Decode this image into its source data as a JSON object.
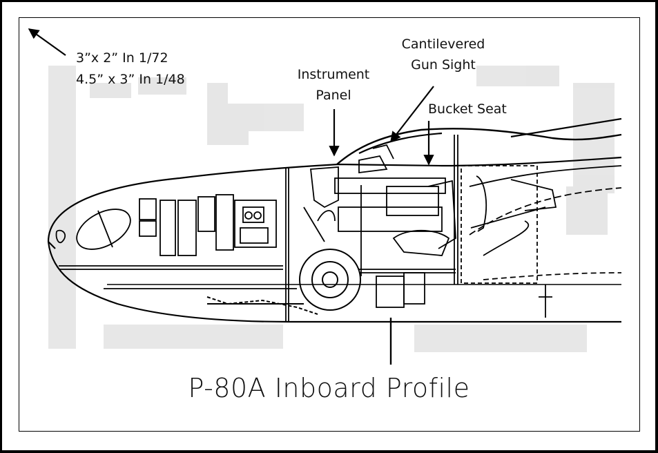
{
  "scale_note": {
    "line1": "3”x 2” In 1/72",
    "line2": "4.5” x 3” In 1/48"
  },
  "callouts": {
    "instrument_panel_1": "Instrument",
    "instrument_panel_2": "Panel",
    "gun_sight_1": "Cantilevered",
    "gun_sight_2": "Gun Sight",
    "bucket_seat": "Bucket Seat"
  },
  "title": "P-80A Inboard Profile"
}
